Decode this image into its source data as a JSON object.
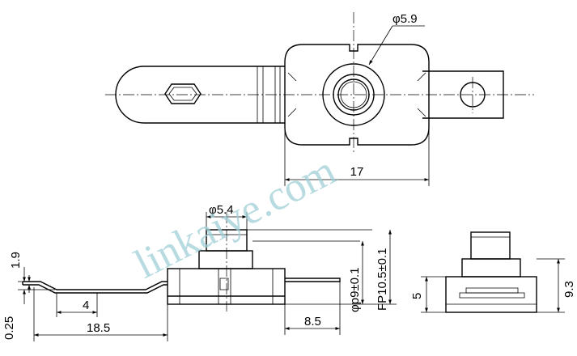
{
  "dimensions": {
    "top_hole_diameter": "φ5.9",
    "top_body_width": "17",
    "button_diameter": "φ5.4",
    "body_diameter": "φp9±0.1",
    "flange_diameter": "FP10.5±0.1",
    "side_height": "9.3",
    "side_body_height": "5",
    "terminal_offset": "1.9",
    "terminal_thickness": "0.25",
    "terminal_step": "4",
    "terminal_length": "18.5",
    "right_lead": "8.5"
  },
  "watermark": "linkaiye.com",
  "colors": {
    "line": "#000000",
    "watermark": "#9fcfd6"
  }
}
